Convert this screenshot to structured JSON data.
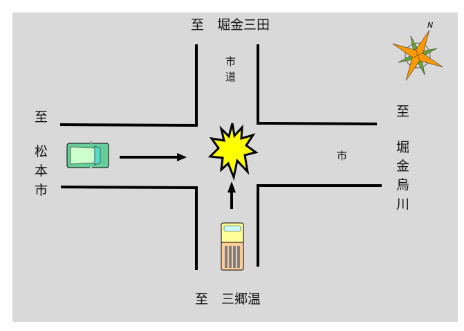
{
  "labels": {
    "north": "至　堀金三田",
    "south": "至　三郷温",
    "west_to": "至",
    "west_place": [
      "松",
      "本",
      "市"
    ],
    "east_to": "至",
    "east_place": [
      "堀",
      "金",
      "烏",
      "川"
    ],
    "road_ns": [
      "市",
      "道"
    ],
    "road_ew": "市"
  },
  "compass": {
    "north_letter": "N"
  },
  "colors": {
    "background": "#d9d9d9",
    "road_edge": "#000000",
    "explosion": "#ffff00",
    "car": "#66cc99",
    "truck_cab": "#ffff99",
    "truck_bed": "#ffcc99"
  }
}
